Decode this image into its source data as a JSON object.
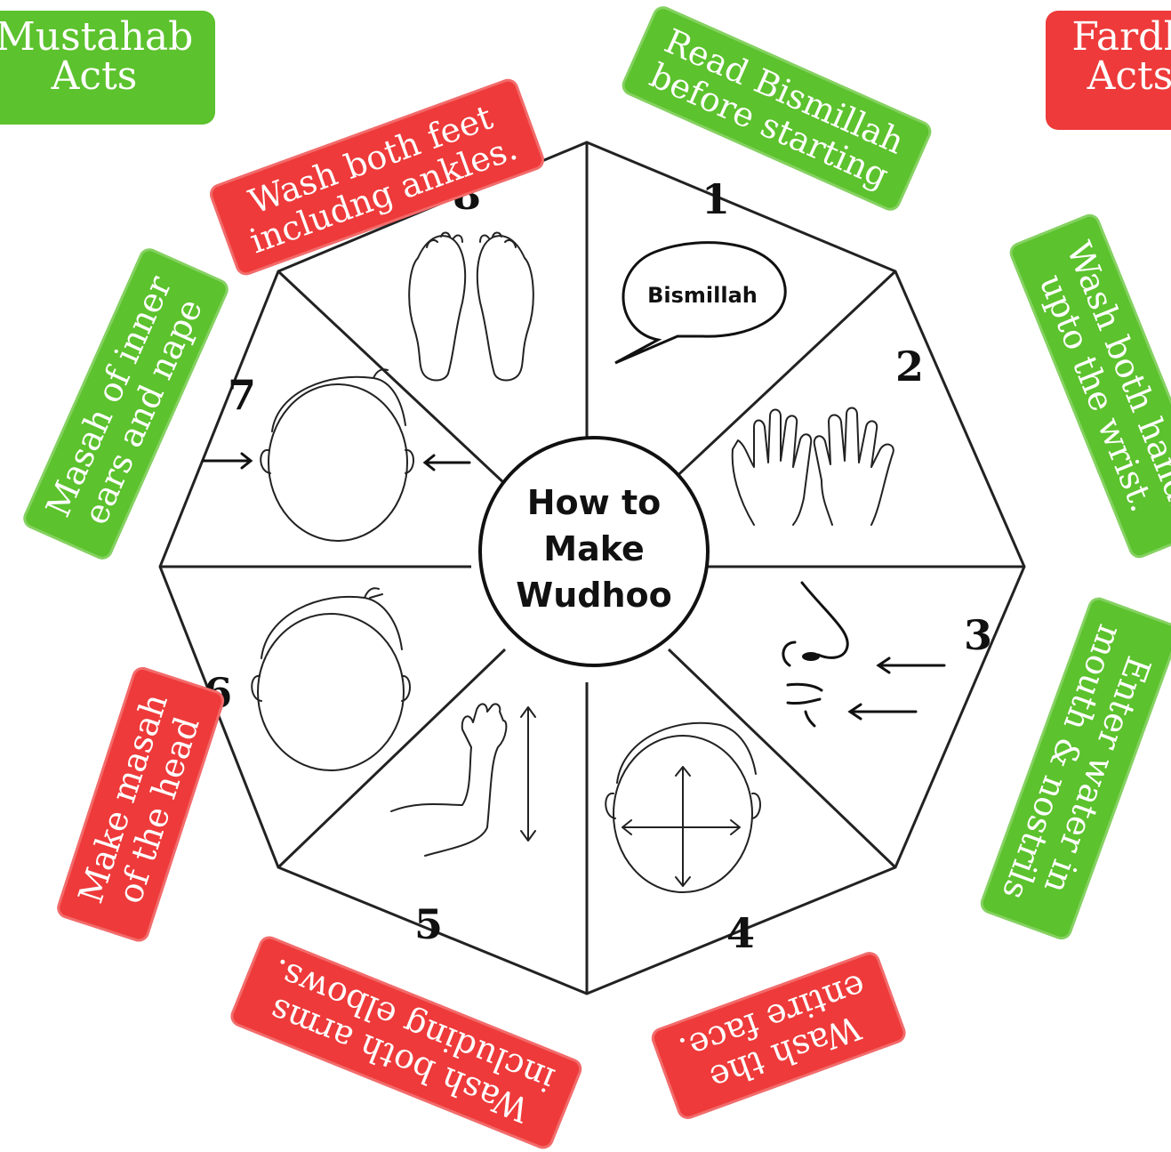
{
  "legend": {
    "mustahab": {
      "line1": "Mustahab",
      "line2": "Acts",
      "color": "#5cc22d"
    },
    "fardh": {
      "line1": "Fardh",
      "line2": "Acts",
      "color": "#ee3a3a"
    }
  },
  "center": {
    "line1": "How to",
    "line2": "Make",
    "line3": "Wudhoo"
  },
  "bubble_text": "Bismillah",
  "steps": [
    {
      "number": "1",
      "kind": "mustahab",
      "line1": "Read Bismillah",
      "line2": "before starting",
      "icon": "speech-bubble-icon"
    },
    {
      "number": "2",
      "kind": "mustahab",
      "line1": "Wash both hands",
      "line2": "upto the wrist.",
      "icon": "hands-icon"
    },
    {
      "number": "3",
      "kind": "mustahab",
      "line1": "Enter water in",
      "line2": "mouth & nostrils",
      "icon": "nose-mouth-icon"
    },
    {
      "number": "4",
      "kind": "fardh",
      "line1": "Wash the",
      "line2": "entire face.",
      "icon": "face-wash-icon"
    },
    {
      "number": "5",
      "kind": "fardh",
      "line1": "Wash both arms",
      "line2": "including elbows.",
      "icon": "arm-icon"
    },
    {
      "number": "6",
      "kind": "fardh",
      "line1": "Make masah",
      "line2": "of the head",
      "icon": "head-icon"
    },
    {
      "number": "7",
      "kind": "mustahab",
      "line1": "Masah of inner",
      "line2": "ears and nape",
      "icon": "ears-icon"
    },
    {
      "number": "8",
      "kind": "fardh",
      "line1": "Wash both feet",
      "line2": "includng ankles.",
      "icon": "feet-icon"
    }
  ]
}
